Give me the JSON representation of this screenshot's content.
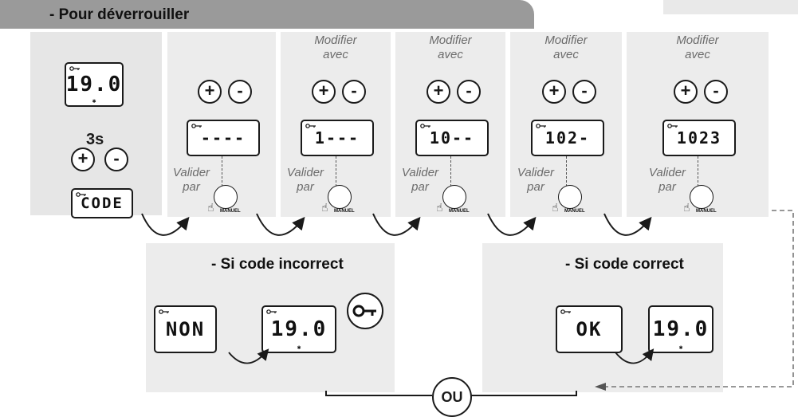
{
  "title": "- Pour déverrouiller",
  "step1": {
    "display_temp": "19.0",
    "hold_time": "3s",
    "display_code": "CODE"
  },
  "modify_label": "Modifier avec",
  "validate_label": "Valider par",
  "manual_label": "MANUEL",
  "plus": "+",
  "minus": "-",
  "steps": [
    {
      "display": "----"
    },
    {
      "display": "1---"
    },
    {
      "display": "10--"
    },
    {
      "display": "102-"
    },
    {
      "display": "1023"
    }
  ],
  "incorrect": {
    "title": "- Si code incorrect",
    "display_non": "NON",
    "display_temp": "19.0"
  },
  "correct": {
    "title": "- Si code correct",
    "display_ok": "OK",
    "display_temp": "19.0"
  },
  "or_label": "OU",
  "icons": [
    "key-icon",
    "finger-press-icon",
    "hand-press-icon",
    "snowflake-icon"
  ]
}
